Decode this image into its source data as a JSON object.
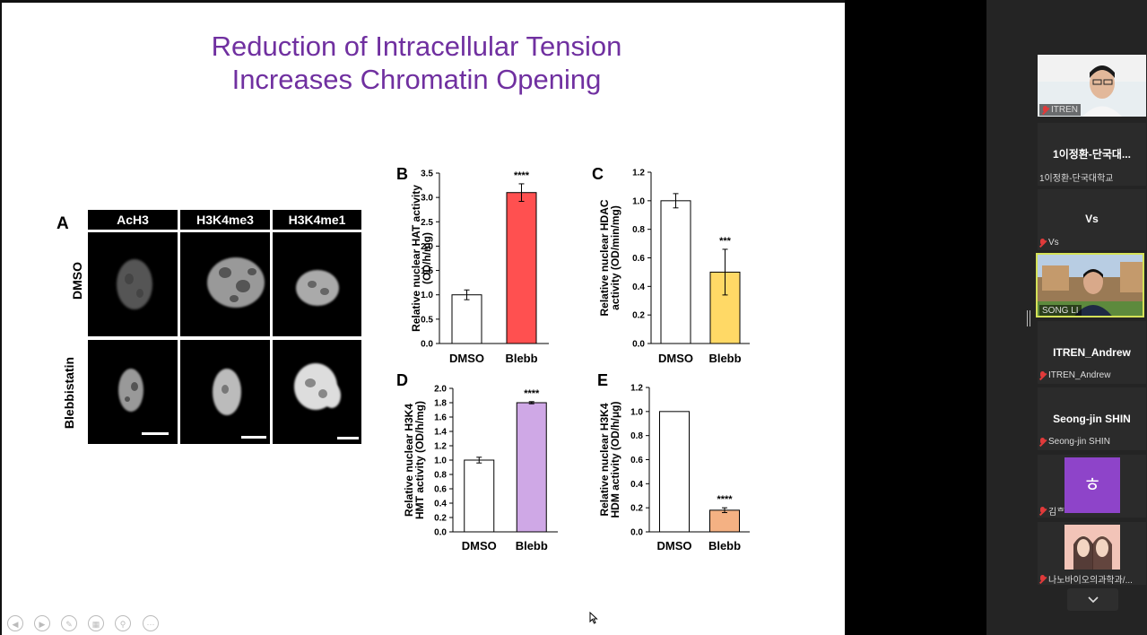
{
  "slide": {
    "title_line1": "Reduction of Intracellular Tension",
    "title_line2": "Increases Chromatin Opening",
    "title_color": "#7030a0",
    "panel_a": {
      "letter": "A",
      "columns": [
        "AcH3",
        "H3K4me3",
        "H3K4me1"
      ],
      "rows": [
        "DMSO",
        "Blebbistatin"
      ]
    }
  },
  "chart_data": [
    {
      "type": "bar",
      "panel": "B",
      "categories": [
        "DMSO",
        "Blebb"
      ],
      "values": [
        1.0,
        3.1
      ],
      "errors": [
        0.1,
        0.18
      ],
      "colors": [
        "#ffffff",
        "#ff5050"
      ],
      "significance": [
        "",
        "****"
      ],
      "ylabel": [
        "Relative nuclear HAT activity",
        "(OD/h/mg)"
      ],
      "ylim": [
        0,
        3.5
      ],
      "yticks": [
        "0.0",
        "0.5",
        "1.0",
        "1.5",
        "2.0",
        "2.5",
        "3.0",
        "3.5"
      ]
    },
    {
      "type": "bar",
      "panel": "C",
      "categories": [
        "DMSO",
        "Blebb"
      ],
      "values": [
        1.0,
        0.5
      ],
      "errors": [
        0.05,
        0.16
      ],
      "colors": [
        "#ffffff",
        "#ffd966"
      ],
      "significance": [
        "",
        "***"
      ],
      "ylabel": [
        "Relative nuclear HDAC",
        "activity (OD/min/mg)"
      ],
      "ylim": [
        0,
        1.2
      ],
      "yticks": [
        "0.0",
        "0.2",
        "0.4",
        "0.6",
        "0.8",
        "1.0",
        "1.2"
      ]
    },
    {
      "type": "bar",
      "panel": "D",
      "categories": [
        "DMSO",
        "Blebb"
      ],
      "values": [
        1.0,
        1.8
      ],
      "errors": [
        0.04,
        0.015
      ],
      "colors": [
        "#ffffff",
        "#cfa8e6"
      ],
      "significance": [
        "",
        "****"
      ],
      "ylabel": [
        "Relative nuclear H3K4",
        "HMT activity (OD/h/mg)"
      ],
      "ylim": [
        0,
        2.0
      ],
      "yticks": [
        "0.0",
        "0.2",
        "0.4",
        "0.6",
        "0.8",
        "1.0",
        "1.2",
        "1.4",
        "1.6",
        "1.8",
        "2.0"
      ]
    },
    {
      "type": "bar",
      "panel": "E",
      "categories": [
        "DMSO",
        "Blebb"
      ],
      "values": [
        1.0,
        0.18
      ],
      "errors": [
        0.0,
        0.02
      ],
      "colors": [
        "#ffffff",
        "#f4b183"
      ],
      "significance": [
        "",
        "****"
      ],
      "ylabel": [
        "Relative nuclear H3K4",
        "HDM activity (OD/h/μg)"
      ],
      "ylim": [
        0,
        1.2
      ],
      "yticks": [
        "0.0",
        "0.2",
        "0.4",
        "0.6",
        "0.8",
        "1.0",
        "1.2"
      ]
    }
  ],
  "participants": [
    {
      "name": "",
      "label": "ITREN",
      "muted": true,
      "type": "video"
    },
    {
      "name": "1이정환-단국대...",
      "label": "1이정환-단국대학교",
      "muted": false,
      "type": "name"
    },
    {
      "name": "Vs",
      "label": "Vs",
      "muted": true,
      "type": "name"
    },
    {
      "name": "",
      "label": "SONG LI",
      "muted": false,
      "type": "video",
      "active_speaker": true
    },
    {
      "name": "ITREN_Andrew",
      "label": "ITREN_Andrew",
      "muted": true,
      "type": "name"
    },
    {
      "name": "Seong-jin SHIN",
      "label": "Seong-jin SHIN",
      "muted": true,
      "type": "name"
    },
    {
      "name": "",
      "label": "김ᄒ",
      "muted": true,
      "type": "avatar",
      "avatar_letter": "ㅎ",
      "avatar_color": "#8e44c9"
    },
    {
      "name": "",
      "label": "나노바이오의과학과/...",
      "muted": true,
      "type": "video"
    }
  ],
  "sidebar_scroll_icon": "chevron-down-icon",
  "slide_controls": [
    "prev-icon",
    "next-icon",
    "pen-icon",
    "slides-icon",
    "zoom-icon",
    "more-icon"
  ]
}
